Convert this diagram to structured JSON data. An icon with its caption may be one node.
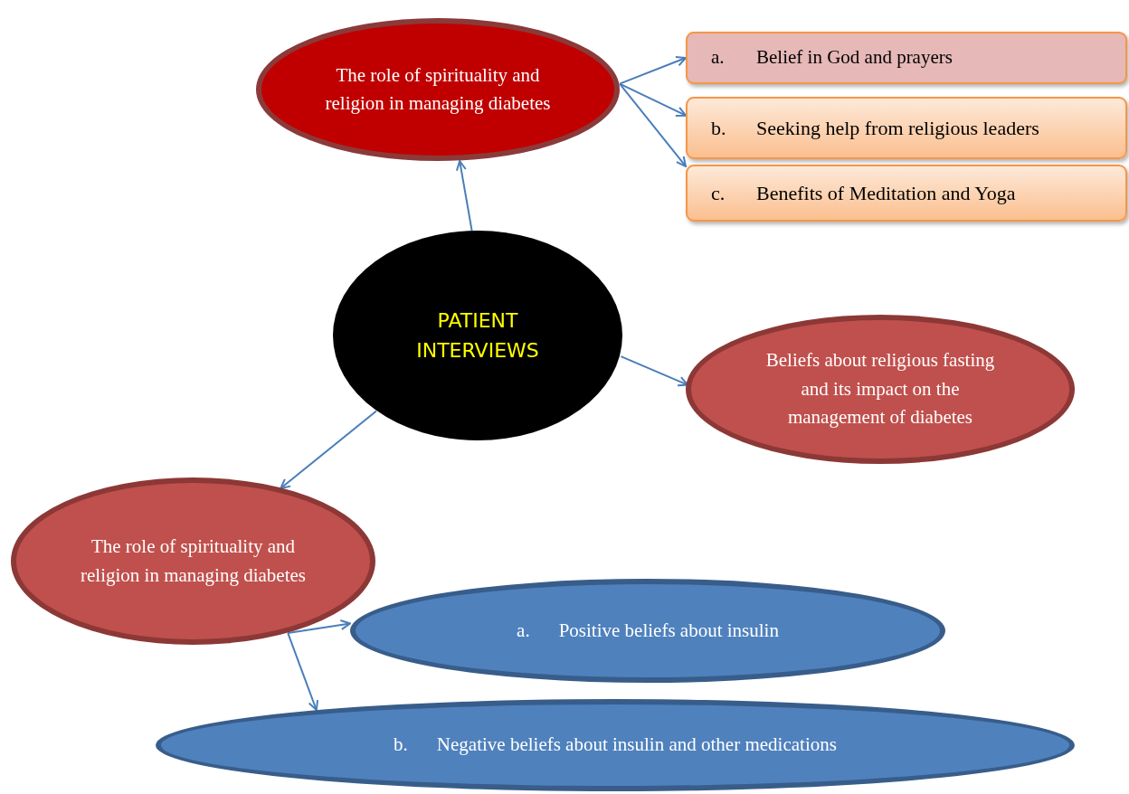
{
  "diagram": {
    "nodes": [
      {
        "text": [
          "PATIENT INTERVIEWS"
        ]
      },
      {
        "text": [
          "The role of spirituality and religion in managing diabetes"
        ]
      },
      {
        "text": [
          "a.",
          "Belief in God and prayers"
        ]
      },
      {
        "text": [
          "b.",
          "Seeking help from religious leaders"
        ]
      },
      {
        "text": [
          "c.",
          "Benefits of Meditation and Yoga"
        ]
      },
      {
        "text": [
          "Beliefs about religious fasting and its impact on the management of diabetes"
        ]
      },
      {
        "text": [
          "The role of spirituality and religion in managing diabetes"
        ]
      },
      {
        "text": [
          "a.",
          "Positive beliefs about insulin"
        ]
      },
      {
        "text": [
          "b.",
          "Negative beliefs about insulin and other medications"
        ]
      }
    ],
    "edges": [
      {
        "from": 0,
        "to": 1,
        "arrow": "to"
      },
      {
        "from": 1,
        "to": 2,
        "arrow": "to"
      },
      {
        "from": 1,
        "to": 3,
        "arrow": "to"
      },
      {
        "from": 1,
        "to": 4,
        "arrow": "to"
      },
      {
        "from": 0,
        "to": 5,
        "arrow": "to"
      },
      {
        "from": 0,
        "to": 6,
        "arrow": "to"
      },
      {
        "from": 6,
        "to": 7,
        "arrow": "to"
      },
      {
        "from": 6,
        "to": 8,
        "arrow": "to"
      }
    ]
  }
}
